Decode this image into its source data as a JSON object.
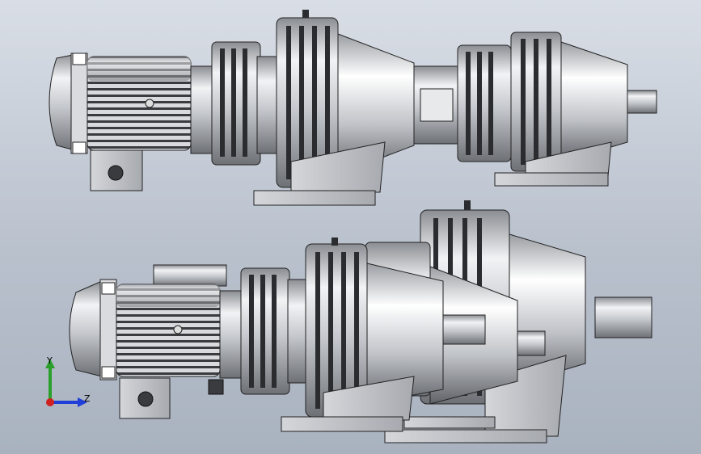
{
  "viewport": {
    "background_top": "#d9dee6",
    "background_bottom": "#a9b2bf"
  },
  "model": {
    "assemblies": [
      {
        "name": "cycloidal-gear-reducer-two-stage",
        "view": "isometric-shaded"
      },
      {
        "name": "cycloidal-gear-reducer-set-front",
        "view": "isometric-shaded"
      },
      {
        "name": "cycloidal-gear-reducer-set-back",
        "view": "isometric-shaded"
      }
    ],
    "body_color": "#c9ccd1",
    "edge_color": "#1a1a1a",
    "base_color": "#b5b8bd"
  },
  "triad": {
    "y_label": "Y",
    "z_label": "Z",
    "y_color": "#2aa02a",
    "z_color": "#1f3fd8",
    "x_color": "#d02020"
  }
}
